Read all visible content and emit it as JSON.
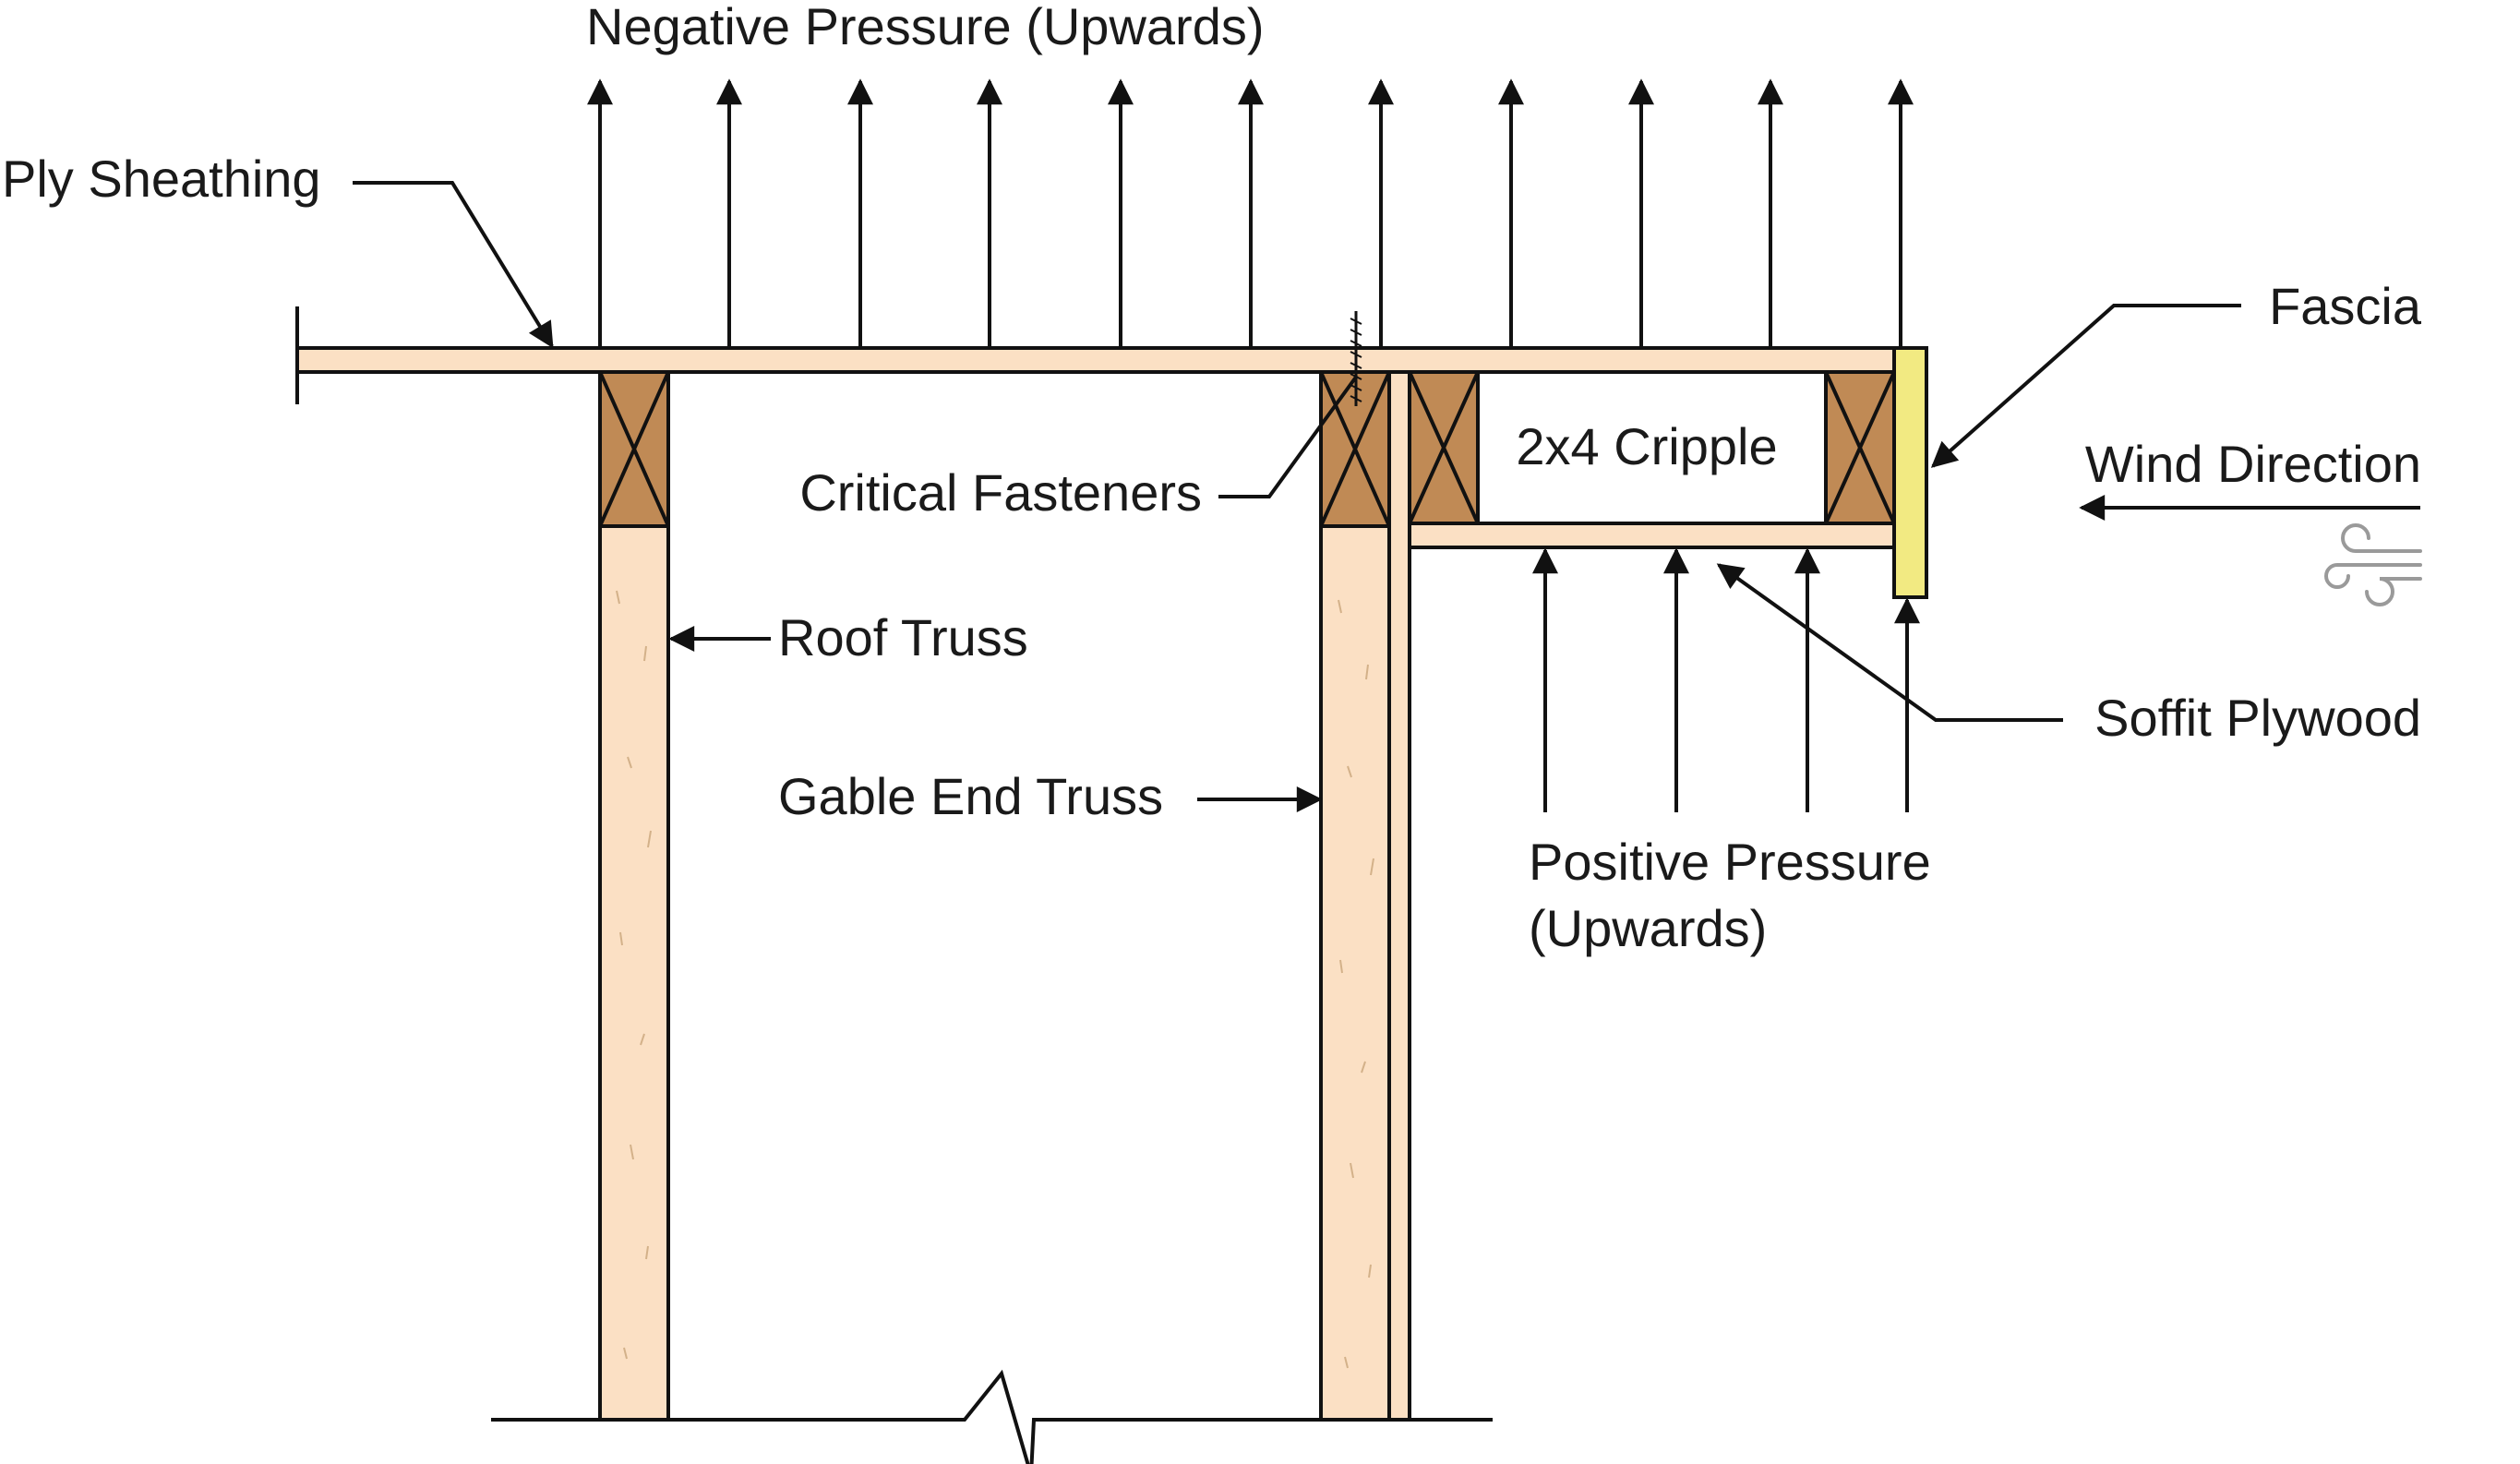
{
  "labels": {
    "negative_pressure": "Negative Pressure (Upwards)",
    "ply_sheathing": "Ply Sheathing",
    "fascia": "Fascia",
    "wind_direction": "Wind Direction",
    "critical_fasteners": "Critical Fasteners",
    "cripple": "2x4 Cripple",
    "roof_truss": "Roof Truss",
    "soffit_plywood": "Soffit Plywood",
    "gable_end_truss": "Gable End Truss",
    "positive_pressure_line1": "Positive Pressure",
    "positive_pressure_line2": "(Upwards)"
  },
  "colors": {
    "lumber_face": "#fbe0c4",
    "lumber_end": "#c08a55",
    "fascia": "#f2ea82",
    "line": "#111111",
    "wind_icon": "#9a9a9a"
  },
  "icons": [
    "wind-icon",
    "break-line-symbol"
  ]
}
